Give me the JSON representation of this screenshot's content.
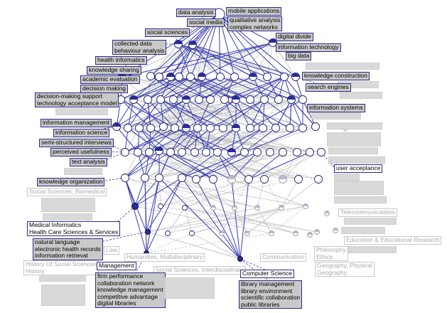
{
  "colors": {
    "blue_node": "#2b2b9a",
    "blue_edge": "#3a3fb0",
    "gray_edge": "#c4c4c4",
    "gray_node_fill": "#b8b8ce",
    "label_fill": "#c9c9c9",
    "label_border": "#2b2b8a"
  },
  "labels": {
    "data_analysis": "data analysis",
    "mobile_applications": "mobile applications",
    "social_media": "social media",
    "qualitative_analysis": "qualitative analysis",
    "complex_networks": "complex networks",
    "social_sciences": "social sciences",
    "digital_divide": "digital divide",
    "collected_data": "collected data",
    "behaviour_analysis": "behaviour analysis",
    "information_technology": "information technology",
    "health_informatics": "health informatics",
    "big_data": "big data",
    "knowledge_sharing": "knowledge sharing",
    "knowledge_construction": "knowledge construction",
    "academic_evaluation": "academic evaluation",
    "decision_making": "decision making",
    "search_engines": "search engines",
    "dm_support": "decision-making support",
    "tech_acceptance": "technology acceptance model",
    "information_systems": "information systems",
    "information_management": "information management",
    "information_science": "information science",
    "semi_structured": "semi-structured interviews",
    "perceived_usefulness": "perceived usefulness",
    "text_analysis": "text analysis",
    "user_acceptance": "user acceptance",
    "knowledge_organization": "knowledge organization",
    "social_sciences_biomedical": "Social Sciences, Biomedical",
    "medical_informatics": "Medical Informatics",
    "health_care_sciences": "Health Care Sciences & Services",
    "telecommunications": "Telecommunications",
    "natural_language": "natural language",
    "electronic_health_records": "electronic health records",
    "information_retrieval": "information retrieval",
    "education_research": "Education & Educational Research",
    "law": "Law",
    "humanities": "Humanities, Multidisciplinary",
    "history_1": "History Of Social Sciences",
    "history_2": "History",
    "philosophy": "Philosophy",
    "ethics": "Ethics",
    "management": "Management",
    "communication": "Communication",
    "geography_physical": "Geography, Physical",
    "geography": "Geography",
    "ss_interdisciplinary": "Social Sciences, Interdisciplinary",
    "computer_science": "Computer Science",
    "firm_performance": "firm performance",
    "collaboration_network": "collaboration network",
    "knowledge_management": "knowledge management",
    "competitive_advantage": "competitive advantage",
    "digital_libraries": "digital libraries",
    "library_management": "library management",
    "library_environment": "library environment",
    "scientific_collaboration": "scientific collaboration",
    "public_libraries": "public libraries"
  }
}
